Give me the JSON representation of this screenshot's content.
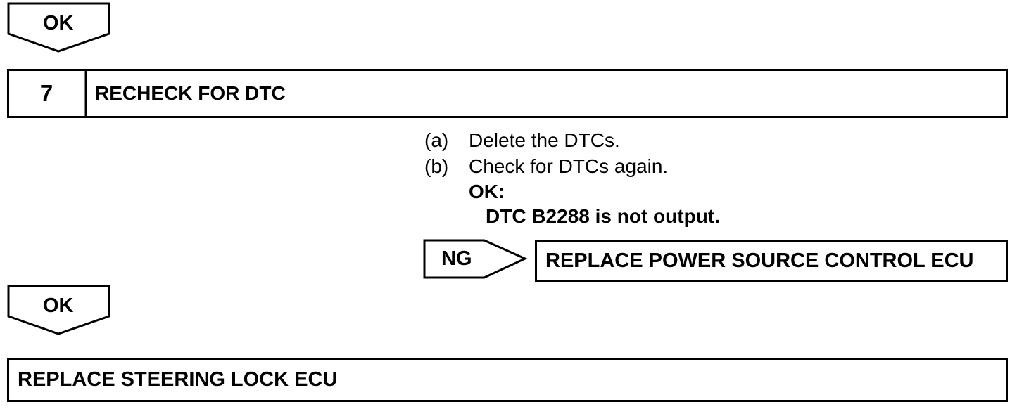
{
  "top_ok": {
    "label": "OK"
  },
  "step": {
    "number": "7",
    "title": "RECHECK FOR DTC"
  },
  "instructions": [
    {
      "letter": "(a)",
      "text": "Delete the DTCs."
    },
    {
      "letter": "(b)",
      "text": "Check for DTCs again."
    }
  ],
  "result": {
    "ok_label": "OK:",
    "ok_text": "DTC B2288 is not output."
  },
  "ng": {
    "label": "NG",
    "action": "REPLACE POWER SOURCE CONTROL ECU"
  },
  "bottom_ok": {
    "label": "OK"
  },
  "final_action": "REPLACE STEERING LOCK ECU"
}
